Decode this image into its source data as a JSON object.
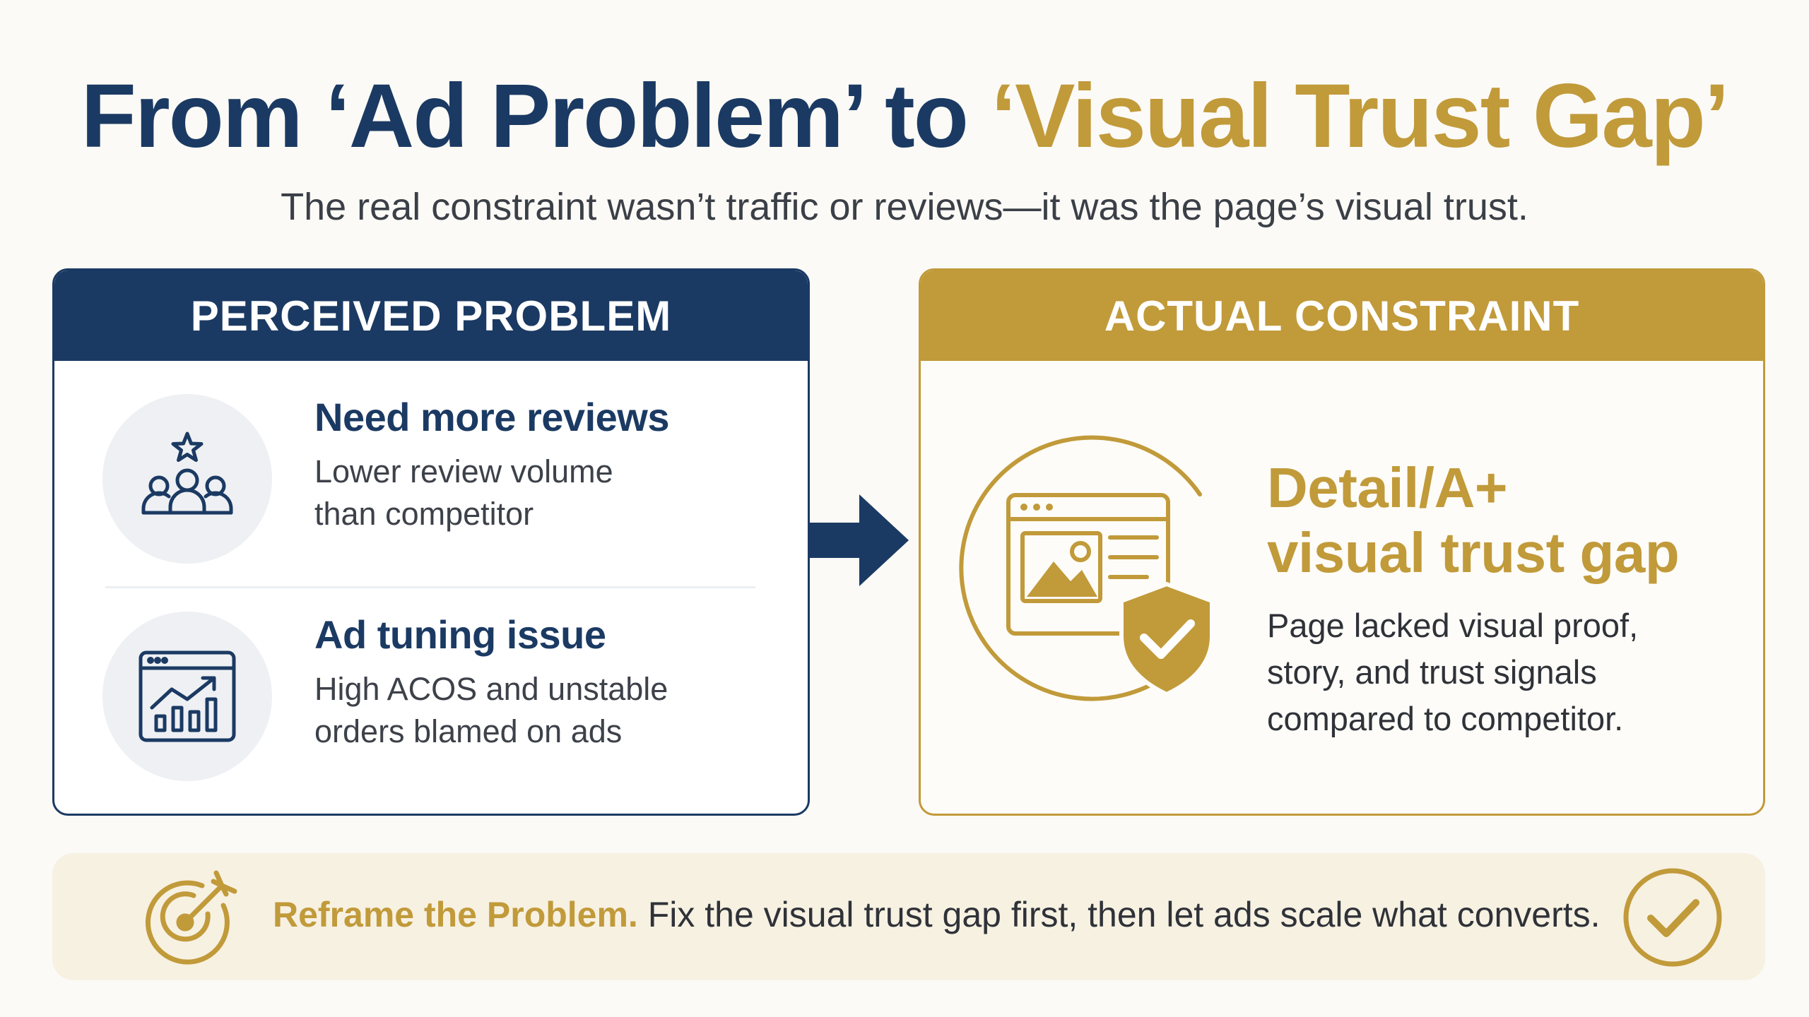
{
  "header": {
    "title_part1": "From ‘Ad Problem’ to ",
    "title_part2": "‘Visual Trust Gap’",
    "subtitle": "The real constraint wasn’t traffic or reviews—it was the page’s visual trust."
  },
  "perceived": {
    "heading": "PERCEIVED PROBLEM",
    "items": [
      {
        "icon": "users-star-icon",
        "title": "Need more reviews",
        "desc_line1": "Lower review volume",
        "desc_line2": "than competitor"
      },
      {
        "icon": "analytics-chart-icon",
        "title": "Ad tuning issue",
        "desc_line1": "High ACOS and unstable",
        "desc_line2": "orders blamed on ads"
      }
    ]
  },
  "actual": {
    "heading": "ACTUAL CONSTRAINT",
    "icon": "page-shield-check-icon",
    "title_line1": "Detail/A+",
    "title_line2": "visual trust gap",
    "desc_line1": "Page lacked visual proof,",
    "desc_line2": "story, and trust signals",
    "desc_line3": "compared to competitor."
  },
  "banner": {
    "lead": "Reframe the Problem.",
    "text": " Fix the visual trust gap first, then let ads scale what converts."
  },
  "colors": {
    "navy": "#1b3a63",
    "gold": "#c19a3a",
    "background": "#fbfaf6",
    "banner_bg": "#f7f1e2"
  }
}
